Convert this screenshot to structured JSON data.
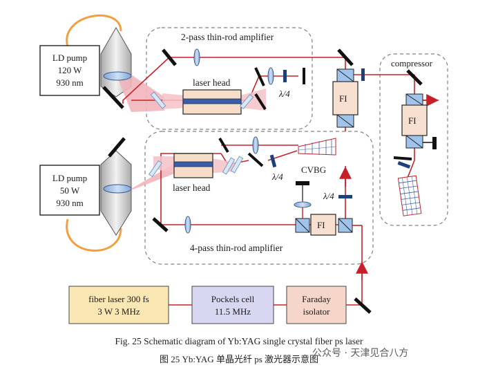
{
  "labels": {
    "ld_pump_top": [
      "LD pump",
      "120 W",
      "930 nm"
    ],
    "ld_pump_bottom": [
      "LD pump",
      "50 W",
      "930 nm"
    ],
    "amp_top_title": "2-pass thin-rod amplifier",
    "amp_bottom_title": "4-pass thin-rod amplifier",
    "compressor": "compressor",
    "laser_head_top": "laser head",
    "laser_head_bottom": "laser head",
    "qwp": "λ/4",
    "fi": "FI",
    "cvbg": "CVBG",
    "fiber_laser": [
      "fiber laser 300 fs",
      "3 W 3 MHz"
    ],
    "pockels": [
      "Pockels cell",
      "11.5 MHz"
    ],
    "faraday": [
      "Faraday",
      "isolator"
    ]
  },
  "caption_en": "Fig. 25    Schematic diagram of Yb:YAG single crystal fiber ps laser",
  "caption_cn": "图 25    Yb:YAG 单晶光纤 ps 激光器示意图",
  "watermark": "公众号 · 天津见合八方",
  "colors": {
    "beam": "#c8202a",
    "pump_loop": "#f0a040",
    "fiber_box": "#fbe7b4",
    "pockels_box": "#d7d7f2",
    "faraday_box": "#f6d6c9",
    "fi_box": "#f7e0d0",
    "dashed": "#808080"
  }
}
